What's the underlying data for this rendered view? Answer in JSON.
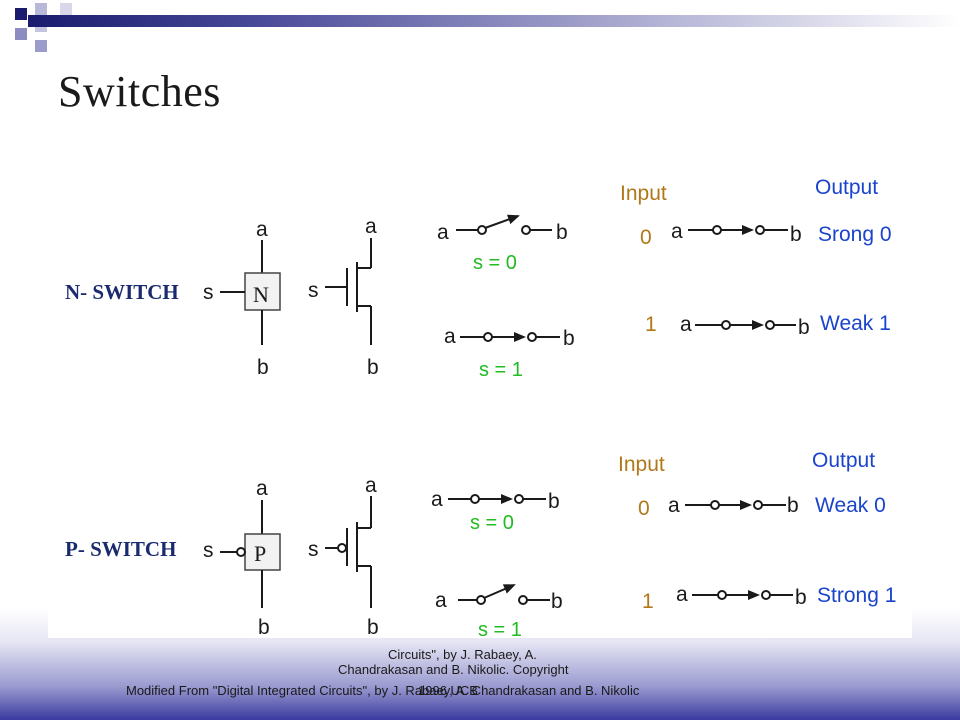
{
  "slide": {
    "title": "Switches"
  },
  "nswitch": {
    "label": "N- SWITCH",
    "box_letter": "N",
    "term_a": "a",
    "term_b": "b",
    "term_s": "s",
    "sw_open_a": "a",
    "sw_open_b": "b",
    "cond_open": "s = 0",
    "sw_closed_a": "a",
    "sw_closed_b": "b",
    "cond_closed": "s = 1",
    "table": {
      "input_header": "Input",
      "output_header": "Output",
      "rows": [
        {
          "input": "0",
          "a": "a",
          "b": "b",
          "output": "Srong 0"
        },
        {
          "input": "1",
          "a": "a",
          "b": "b",
          "output": "Weak 1"
        }
      ]
    }
  },
  "pswitch": {
    "label": "P- SWITCH",
    "box_letter": "P",
    "term_a": "a",
    "term_b": "b",
    "term_s": "s",
    "sw_closed_a": "a",
    "sw_closed_b": "b",
    "cond_closed": "s = 0",
    "sw_open_a": "a",
    "sw_open_b": "b",
    "cond_open": "s = 1",
    "table": {
      "input_header": "Input",
      "output_header": "Output",
      "rows": [
        {
          "input": "0",
          "a": "a",
          "b": "b",
          "output": "Weak 0"
        },
        {
          "input": "1",
          "a": "a",
          "b": "b",
          "output": "Strong 1"
        }
      ]
    }
  },
  "footer": {
    "line_a": "Circuits\", by J. Rabaey, A.",
    "line_b": "Chandrakasan and B. Nikolic. Copyright",
    "line_c": "Modified From \"Digital Integrated Circuits\", by J. Rabaey, A. Chandrakasan and B. Nikolic",
    "line_d": "1996 UCB"
  },
  "colors": {
    "green": "#22bb22",
    "brown": "#b07818",
    "blue": "#1a44cc",
    "navy": "#1a2a6e",
    "wire": "#1a1a1a"
  }
}
